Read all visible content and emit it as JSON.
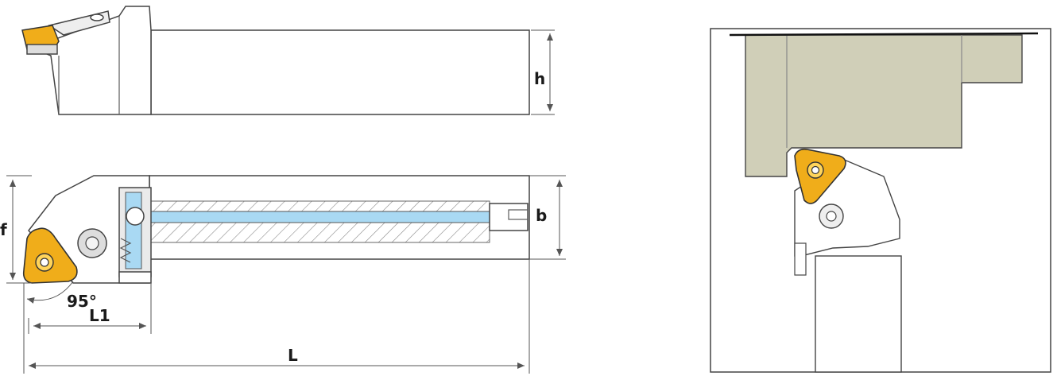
{
  "labels": {
    "h": "h",
    "f": "f",
    "b": "b",
    "angle": "95°",
    "L1": "L1",
    "L": "L"
  },
  "colors": {
    "insert": "#f0ad1a",
    "coolant": "#a9d9f3",
    "workpiece": "#d0cfb8",
    "hatch": "#888888"
  },
  "icons": {
    "insert": "triangular-insert-icon",
    "screw": "clamp-screw-icon"
  }
}
